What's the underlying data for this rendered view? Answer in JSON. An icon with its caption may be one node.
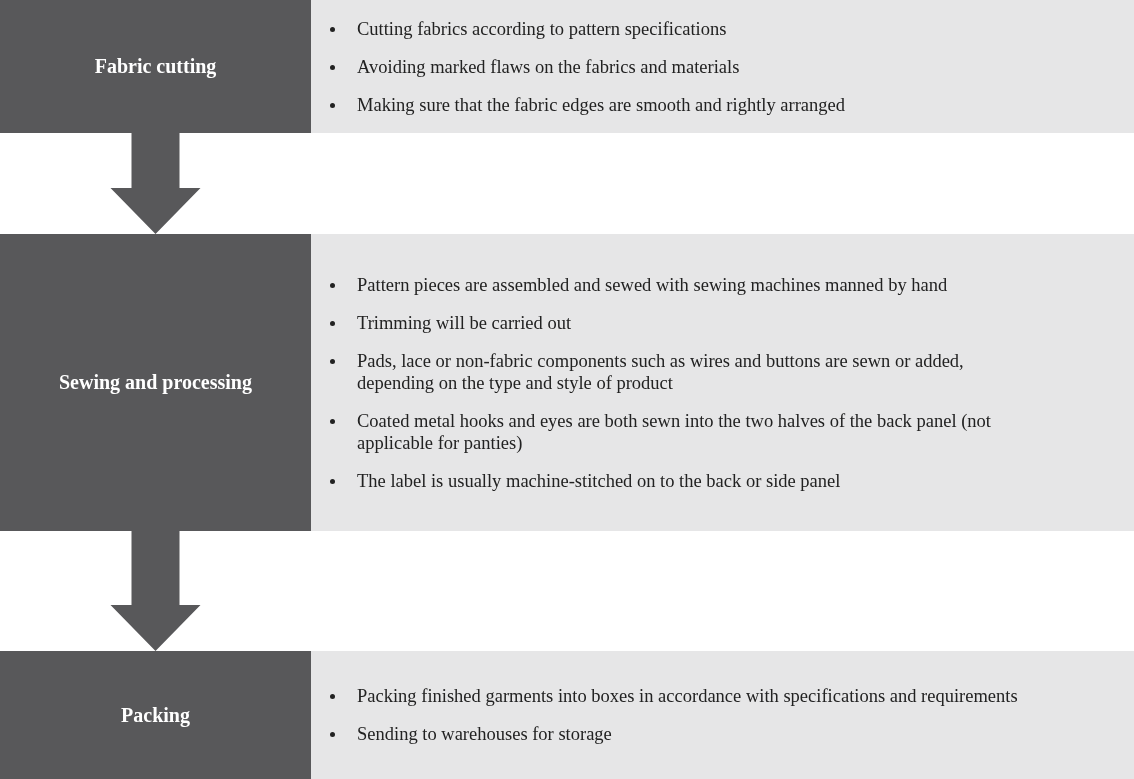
{
  "diagram": {
    "nodes": [
      {
        "text": [
          "Fabric cutting"
        ]
      },
      {
        "text": [
          "Cutting fabrics according to pattern specifications",
          "Avoiding marked flaws on the fabrics and materials",
          "Making sure that the fabric edges are smooth and rightly arranged"
        ]
      },
      {
        "text": [
          "Sewing and processing"
        ]
      },
      {
        "text": [
          "Pattern pieces are assembled and sewed with sewing machines manned by hand",
          "Trimming will be carried out",
          "Pads, lace or non-fabric components such as wires and buttons are sewn or added, depending on the type and style of product",
          "Coated metal hooks and eyes are both sewn into the two halves of the back panel (not applicable for panties)",
          "The label is usually machine-stitched on to the back or side panel"
        ]
      },
      {
        "text": [
          "Packing"
        ]
      },
      {
        "text": [
          "Packing finished garments into boxes in accordance with specifications and requirements",
          "Sending to warehouses for storage"
        ]
      }
    ],
    "edges": [
      {
        "from": 0,
        "to": 2,
        "arrow": "to"
      },
      {
        "from": 2,
        "to": 4,
        "arrow": "to"
      }
    ]
  }
}
